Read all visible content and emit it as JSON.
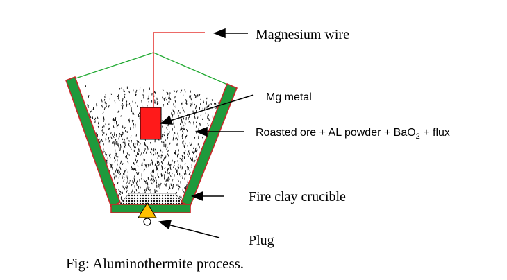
{
  "labels": {
    "magnesium_wire": "Magnesium wire",
    "mg_metal": "Mg metal",
    "charge_prefix": "Roasted ore + AL powder + BaO",
    "charge_sub": "2",
    "charge_suffix": " + flux",
    "crucible": "Fire clay crucible",
    "plug": "Plug"
  },
  "caption": "Fig: Aluminothermite process.",
  "colors": {
    "crucible_wall": "#1e9a3c",
    "wall_outline": "#c62828",
    "wire": "#e53935",
    "mg_metal": "#ff1a1a",
    "lid": "#22aa33",
    "plug": "#ffc000"
  }
}
